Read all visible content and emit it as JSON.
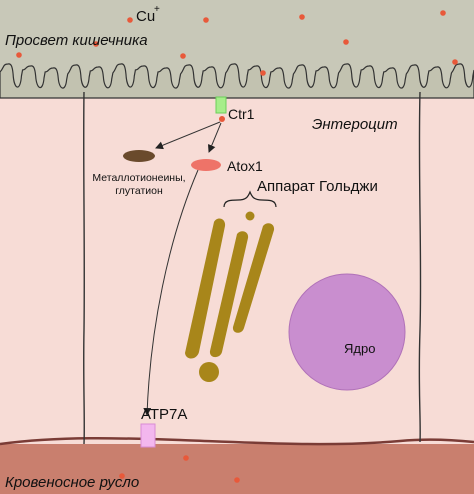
{
  "labels": {
    "copper": "Cu",
    "copper_charge": "+",
    "intestinal_lumen": "Просвет кишечника",
    "ctr1": "Ctr1",
    "enterocyte": "Энтероцит",
    "metallothionein_line1": "Металлотионеины,",
    "metallothionein_line2": "глутатион",
    "atox1": "Atox1",
    "golgi": "Аппарат Гольджи",
    "nucleus": "Ядро",
    "atp7a": "ATP7A",
    "bloodstream": "Кровеносное русло"
  },
  "colors": {
    "lumen": "#c8c8b8",
    "microvilli": "#c2c2b0",
    "cytoplasm": "#f7dcd6",
    "blood": "#c97f6e",
    "copper_dot": "#e8593a",
    "ctr1_transporter": "#a6ee8a",
    "metallothionein": "#6a4a2c",
    "atox1_chaperone": "#ee7368",
    "golgi": "#a8861a",
    "nucleus": "#c98ecf",
    "atp7a_transporter": "#f3b7ee"
  }
}
